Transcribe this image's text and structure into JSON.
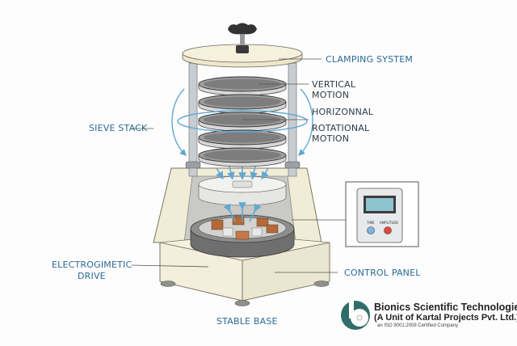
{
  "title": "Electromagnetic Sieve Shaker Diagram",
  "labels": {
    "clamping_system": "CLAMPING SYSTEM",
    "vertical_motion_1": "VERTICAL",
    "vertical_motion_2": "MOTION",
    "horizontal": "HORIZONNAL",
    "rotational_motion_1": "ROTATIONAL",
    "rotational_motion_2": "MOTION",
    "sieve_stack": "SIEVE STACK",
    "electromagnetic_drive_1": "ELECTROGIMETIC",
    "electromagnetic_drive_2": "DRIVE",
    "control_panel": "CONTROL PANEL",
    "stable_base": "STABLE BASE"
  },
  "control_panel": {
    "button_1_label": "TIME",
    "button_2_label": "AMPLITUDE",
    "button_1_color": "#7fb4dc",
    "button_2_color": "#e2463c"
  },
  "logo": {
    "company_name": "Bionics Scientific Technologies",
    "unit": "(A Unit of Kartal Projects Pvt. Ltd.)",
    "certification": "an ISO 9001:2008 Certified Company",
    "brand_color": "#2f6d6a"
  },
  "colors": {
    "label_blue": "#2b6a96",
    "arrow_blue": "#5fa8d3",
    "cream": "#f3efdc"
  }
}
